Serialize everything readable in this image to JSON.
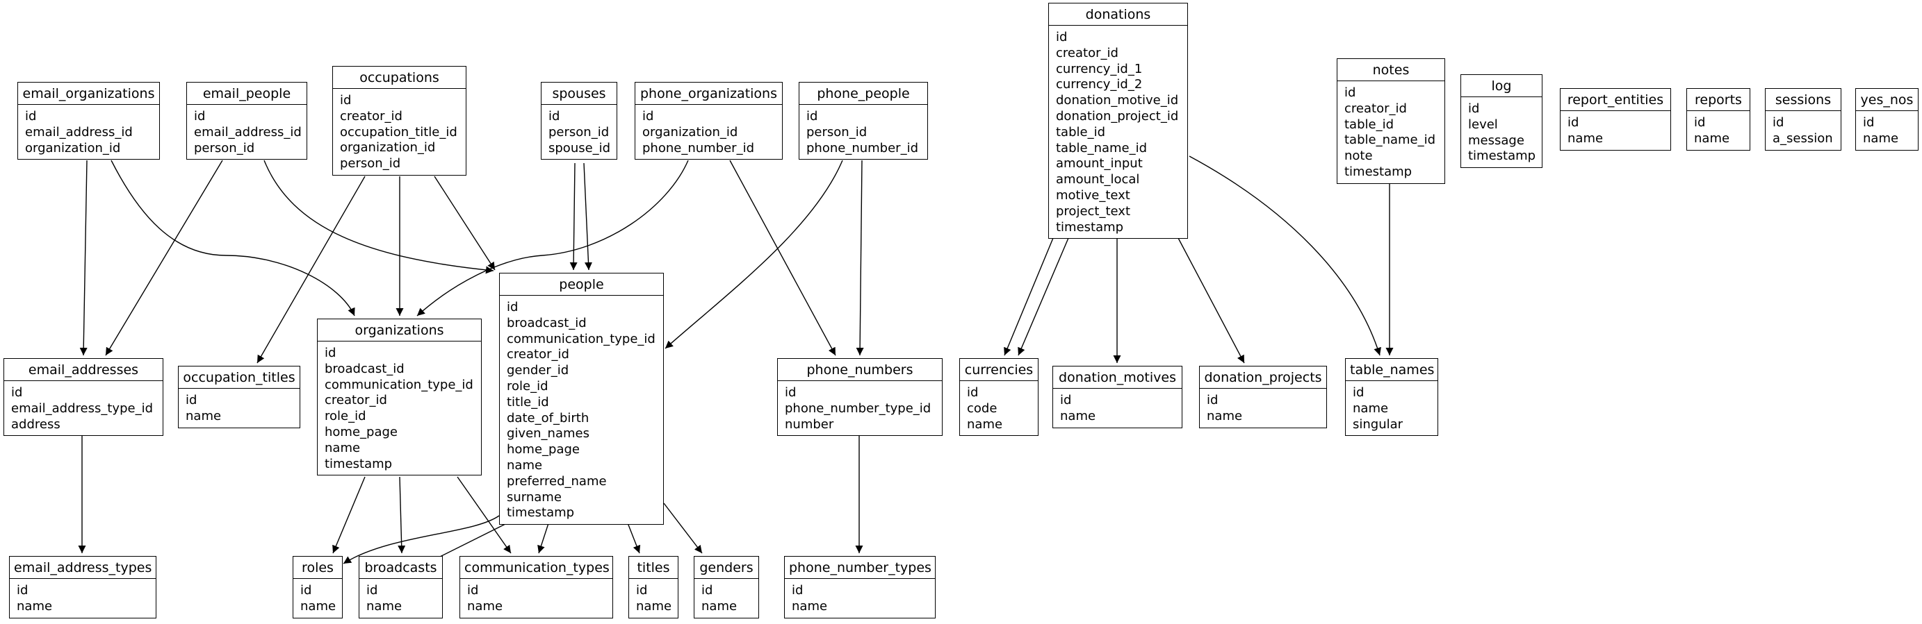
{
  "entities": [
    {
      "id": "email_organizations",
      "title": "email_organizations",
      "fields": [
        "id",
        "email_address_id",
        "organization_id"
      ]
    },
    {
      "id": "email_people",
      "title": "email_people",
      "fields": [
        "id",
        "email_address_id",
        "person_id"
      ]
    },
    {
      "id": "occupations",
      "title": "occupations",
      "fields": [
        "id",
        "creator_id",
        "occupation_title_id",
        "organization_id",
        "person_id"
      ]
    },
    {
      "id": "spouses",
      "title": "spouses",
      "fields": [
        "id",
        "person_id",
        "spouse_id"
      ]
    },
    {
      "id": "phone_organizations",
      "title": "phone_organizations",
      "fields": [
        "id",
        "organization_id",
        "phone_number_id"
      ]
    },
    {
      "id": "phone_people",
      "title": "phone_people",
      "fields": [
        "id",
        "person_id",
        "phone_number_id"
      ]
    },
    {
      "id": "donations",
      "title": "donations",
      "fields": [
        "id",
        "creator_id",
        "currency_id_1",
        "currency_id_2",
        "donation_motive_id",
        "donation_project_id",
        "table_id",
        "table_name_id",
        "amount_input",
        "amount_local",
        "motive_text",
        "project_text",
        "timestamp"
      ]
    },
    {
      "id": "notes",
      "title": "notes",
      "fields": [
        "id",
        "creator_id",
        "table_id",
        "table_name_id",
        "note",
        "timestamp"
      ]
    },
    {
      "id": "log",
      "title": "log",
      "fields": [
        "id",
        "level",
        "message",
        "timestamp"
      ]
    },
    {
      "id": "report_entities",
      "title": "report_entities",
      "fields": [
        "id",
        "name"
      ]
    },
    {
      "id": "reports",
      "title": "reports",
      "fields": [
        "id",
        "name"
      ]
    },
    {
      "id": "sessions",
      "title": "sessions",
      "fields": [
        "id",
        "a_session"
      ]
    },
    {
      "id": "yes_nos",
      "title": "yes_nos",
      "fields": [
        "id",
        "name"
      ]
    },
    {
      "id": "people",
      "title": "people",
      "fields": [
        "id",
        "broadcast_id",
        "communication_type_id",
        "creator_id",
        "gender_id",
        "role_id",
        "title_id",
        "date_of_birth",
        "given_names",
        "home_page",
        "name",
        "preferred_name",
        "surname",
        "timestamp"
      ]
    },
    {
      "id": "organizations",
      "title": "organizations",
      "fields": [
        "id",
        "broadcast_id",
        "communication_type_id",
        "creator_id",
        "role_id",
        "home_page",
        "name",
        "timestamp"
      ]
    },
    {
      "id": "email_addresses",
      "title": "email_addresses",
      "fields": [
        "id",
        "email_address_type_id",
        "address"
      ]
    },
    {
      "id": "occupation_titles",
      "title": "occupation_titles",
      "fields": [
        "id",
        "name"
      ]
    },
    {
      "id": "phone_numbers",
      "title": "phone_numbers",
      "fields": [
        "id",
        "phone_number_type_id",
        "number"
      ]
    },
    {
      "id": "currencies",
      "title": "currencies",
      "fields": [
        "id",
        "code",
        "name"
      ]
    },
    {
      "id": "donation_motives",
      "title": "donation_motives",
      "fields": [
        "id",
        "name"
      ]
    },
    {
      "id": "donation_projects",
      "title": "donation_projects",
      "fields": [
        "id",
        "name"
      ]
    },
    {
      "id": "table_names",
      "title": "table_names",
      "fields": [
        "id",
        "name",
        "singular"
      ]
    },
    {
      "id": "email_address_types",
      "title": "email_address_types",
      "fields": [
        "id",
        "name"
      ]
    },
    {
      "id": "roles",
      "title": "roles",
      "fields": [
        "id",
        "name"
      ]
    },
    {
      "id": "broadcasts",
      "title": "broadcasts",
      "fields": [
        "id",
        "name"
      ]
    },
    {
      "id": "communication_types",
      "title": "communication_types",
      "fields": [
        "id",
        "name"
      ]
    },
    {
      "id": "titles",
      "title": "titles",
      "fields": [
        "id",
        "name"
      ]
    },
    {
      "id": "genders",
      "title": "genders",
      "fields": [
        "id",
        "name"
      ]
    },
    {
      "id": "phone_number_types",
      "title": "phone_number_types",
      "fields": [
        "id",
        "name"
      ]
    }
  ],
  "relationships": [
    {
      "from": "email_organizations",
      "to": "email_addresses"
    },
    {
      "from": "email_organizations",
      "to": "organizations"
    },
    {
      "from": "email_people",
      "to": "email_addresses"
    },
    {
      "from": "email_people",
      "to": "people"
    },
    {
      "from": "occupations",
      "to": "occupation_titles"
    },
    {
      "from": "occupations",
      "to": "organizations"
    },
    {
      "from": "occupations",
      "to": "people"
    },
    {
      "from": "spouses",
      "to": "people"
    },
    {
      "from": "spouses",
      "to": "people"
    },
    {
      "from": "phone_organizations",
      "to": "organizations"
    },
    {
      "from": "phone_organizations",
      "to": "phone_numbers"
    },
    {
      "from": "phone_people",
      "to": "people"
    },
    {
      "from": "phone_people",
      "to": "phone_numbers"
    },
    {
      "from": "donations",
      "to": "currencies"
    },
    {
      "from": "donations",
      "to": "currencies"
    },
    {
      "from": "donations",
      "to": "donation_motives"
    },
    {
      "from": "donations",
      "to": "donation_projects"
    },
    {
      "from": "donations",
      "to": "table_names"
    },
    {
      "from": "notes",
      "to": "table_names"
    },
    {
      "from": "email_addresses",
      "to": "email_address_types"
    },
    {
      "from": "organizations",
      "to": "roles"
    },
    {
      "from": "organizations",
      "to": "broadcasts"
    },
    {
      "from": "organizations",
      "to": "communication_types"
    },
    {
      "from": "people",
      "to": "roles"
    },
    {
      "from": "people",
      "to": "broadcasts"
    },
    {
      "from": "people",
      "to": "communication_types"
    },
    {
      "from": "people",
      "to": "titles"
    },
    {
      "from": "people",
      "to": "genders"
    },
    {
      "from": "phone_numbers",
      "to": "phone_number_types"
    }
  ]
}
